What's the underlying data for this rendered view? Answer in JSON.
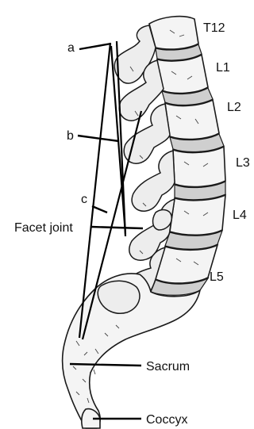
{
  "labels": {
    "t12": "T12",
    "l1": "L1",
    "l2": "L2",
    "l3": "L3",
    "l4": "L4",
    "l5": "L5",
    "a": "a",
    "b": "b",
    "c": "c",
    "facet_joint": "Facet joint",
    "sacrum": "Sacrum",
    "coccyx": "Coccyx"
  }
}
